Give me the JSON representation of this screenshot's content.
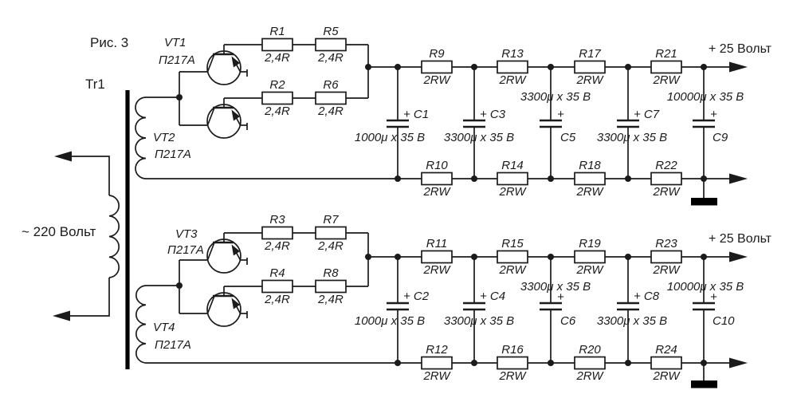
{
  "colors": {
    "line": "#1b1b1b",
    "background": "#ffffff"
  },
  "figure": {
    "caption": "Рис. 3",
    "transformer": "Tr1",
    "mains": "~ 220 Вольт",
    "output_top": "+ 25 Вольт",
    "output_bottom": "+ 25 Вольт"
  },
  "vt": {
    "VT1": {
      "name": "VT1",
      "part": "П217А"
    },
    "VT2": {
      "name": "VT2",
      "part": "П217А"
    },
    "VT3": {
      "name": "VT3",
      "part": "П217А"
    },
    "VT4": {
      "name": "VT4",
      "part": "П217А"
    }
  },
  "res": {
    "R1": {
      "name": "R1",
      "value": "2,4R"
    },
    "R2": {
      "name": "R2",
      "value": "2,4R"
    },
    "R3": {
      "name": "R3",
      "value": "2,4R"
    },
    "R4": {
      "name": "R4",
      "value": "2,4R"
    },
    "R5": {
      "name": "R5",
      "value": "2,4R"
    },
    "R6": {
      "name": "R6",
      "value": "2,4R"
    },
    "R7": {
      "name": "R7",
      "value": "2,4R"
    },
    "R8": {
      "name": "R8",
      "value": "2,4R"
    },
    "R9": {
      "name": "R9",
      "value": "2RW"
    },
    "R10": {
      "name": "R10",
      "value": "2RW"
    },
    "R11": {
      "name": "R11",
      "value": "2RW"
    },
    "R12": {
      "name": "R12",
      "value": "2RW"
    },
    "R13": {
      "name": "R13",
      "value": "2RW"
    },
    "R14": {
      "name": "R14",
      "value": "2RW"
    },
    "R15": {
      "name": "R15",
      "value": "2RW"
    },
    "R16": {
      "name": "R16",
      "value": "2RW"
    },
    "R17": {
      "name": "R17",
      "value": "2RW"
    },
    "R18": {
      "name": "R18",
      "value": "2RW"
    },
    "R19": {
      "name": "R19",
      "value": "2RW"
    },
    "R20": {
      "name": "R20",
      "value": "2RW"
    },
    "R21": {
      "name": "R21",
      "value": "2RW"
    },
    "R22": {
      "name": "R22",
      "value": "2RW"
    },
    "R23": {
      "name": "R23",
      "value": "2RW"
    },
    "R24": {
      "name": "R24",
      "value": "2RW"
    }
  },
  "cap": {
    "C1": {
      "plus_name": "+ C1",
      "value": "1000μ x 35 В"
    },
    "C2": {
      "plus_name": "+ C2",
      "value": "1000μ x 35 В"
    },
    "C3": {
      "plus_name": "+ C3",
      "value": "3300μ x 35 В"
    },
    "C4": {
      "plus_name": "+ C4",
      "value": "3300μ x 35 В"
    },
    "C5": {
      "plus": "+",
      "name": "C5",
      "value": "3300μ x 35 В"
    },
    "C6": {
      "plus": "+",
      "name": "C6",
      "value": "3300μ x 35 В"
    },
    "C7": {
      "plus_name": "+ C7",
      "value": "3300μ x 35 В"
    },
    "C8": {
      "plus_name": "+ C8",
      "value": "3300μ x 35 В"
    },
    "C9": {
      "plus": "+",
      "name": "C9",
      "value": "10000μ x 35 В"
    },
    "C10": {
      "plus": "+",
      "name": "C10",
      "value": "10000μ x 35 В"
    }
  }
}
